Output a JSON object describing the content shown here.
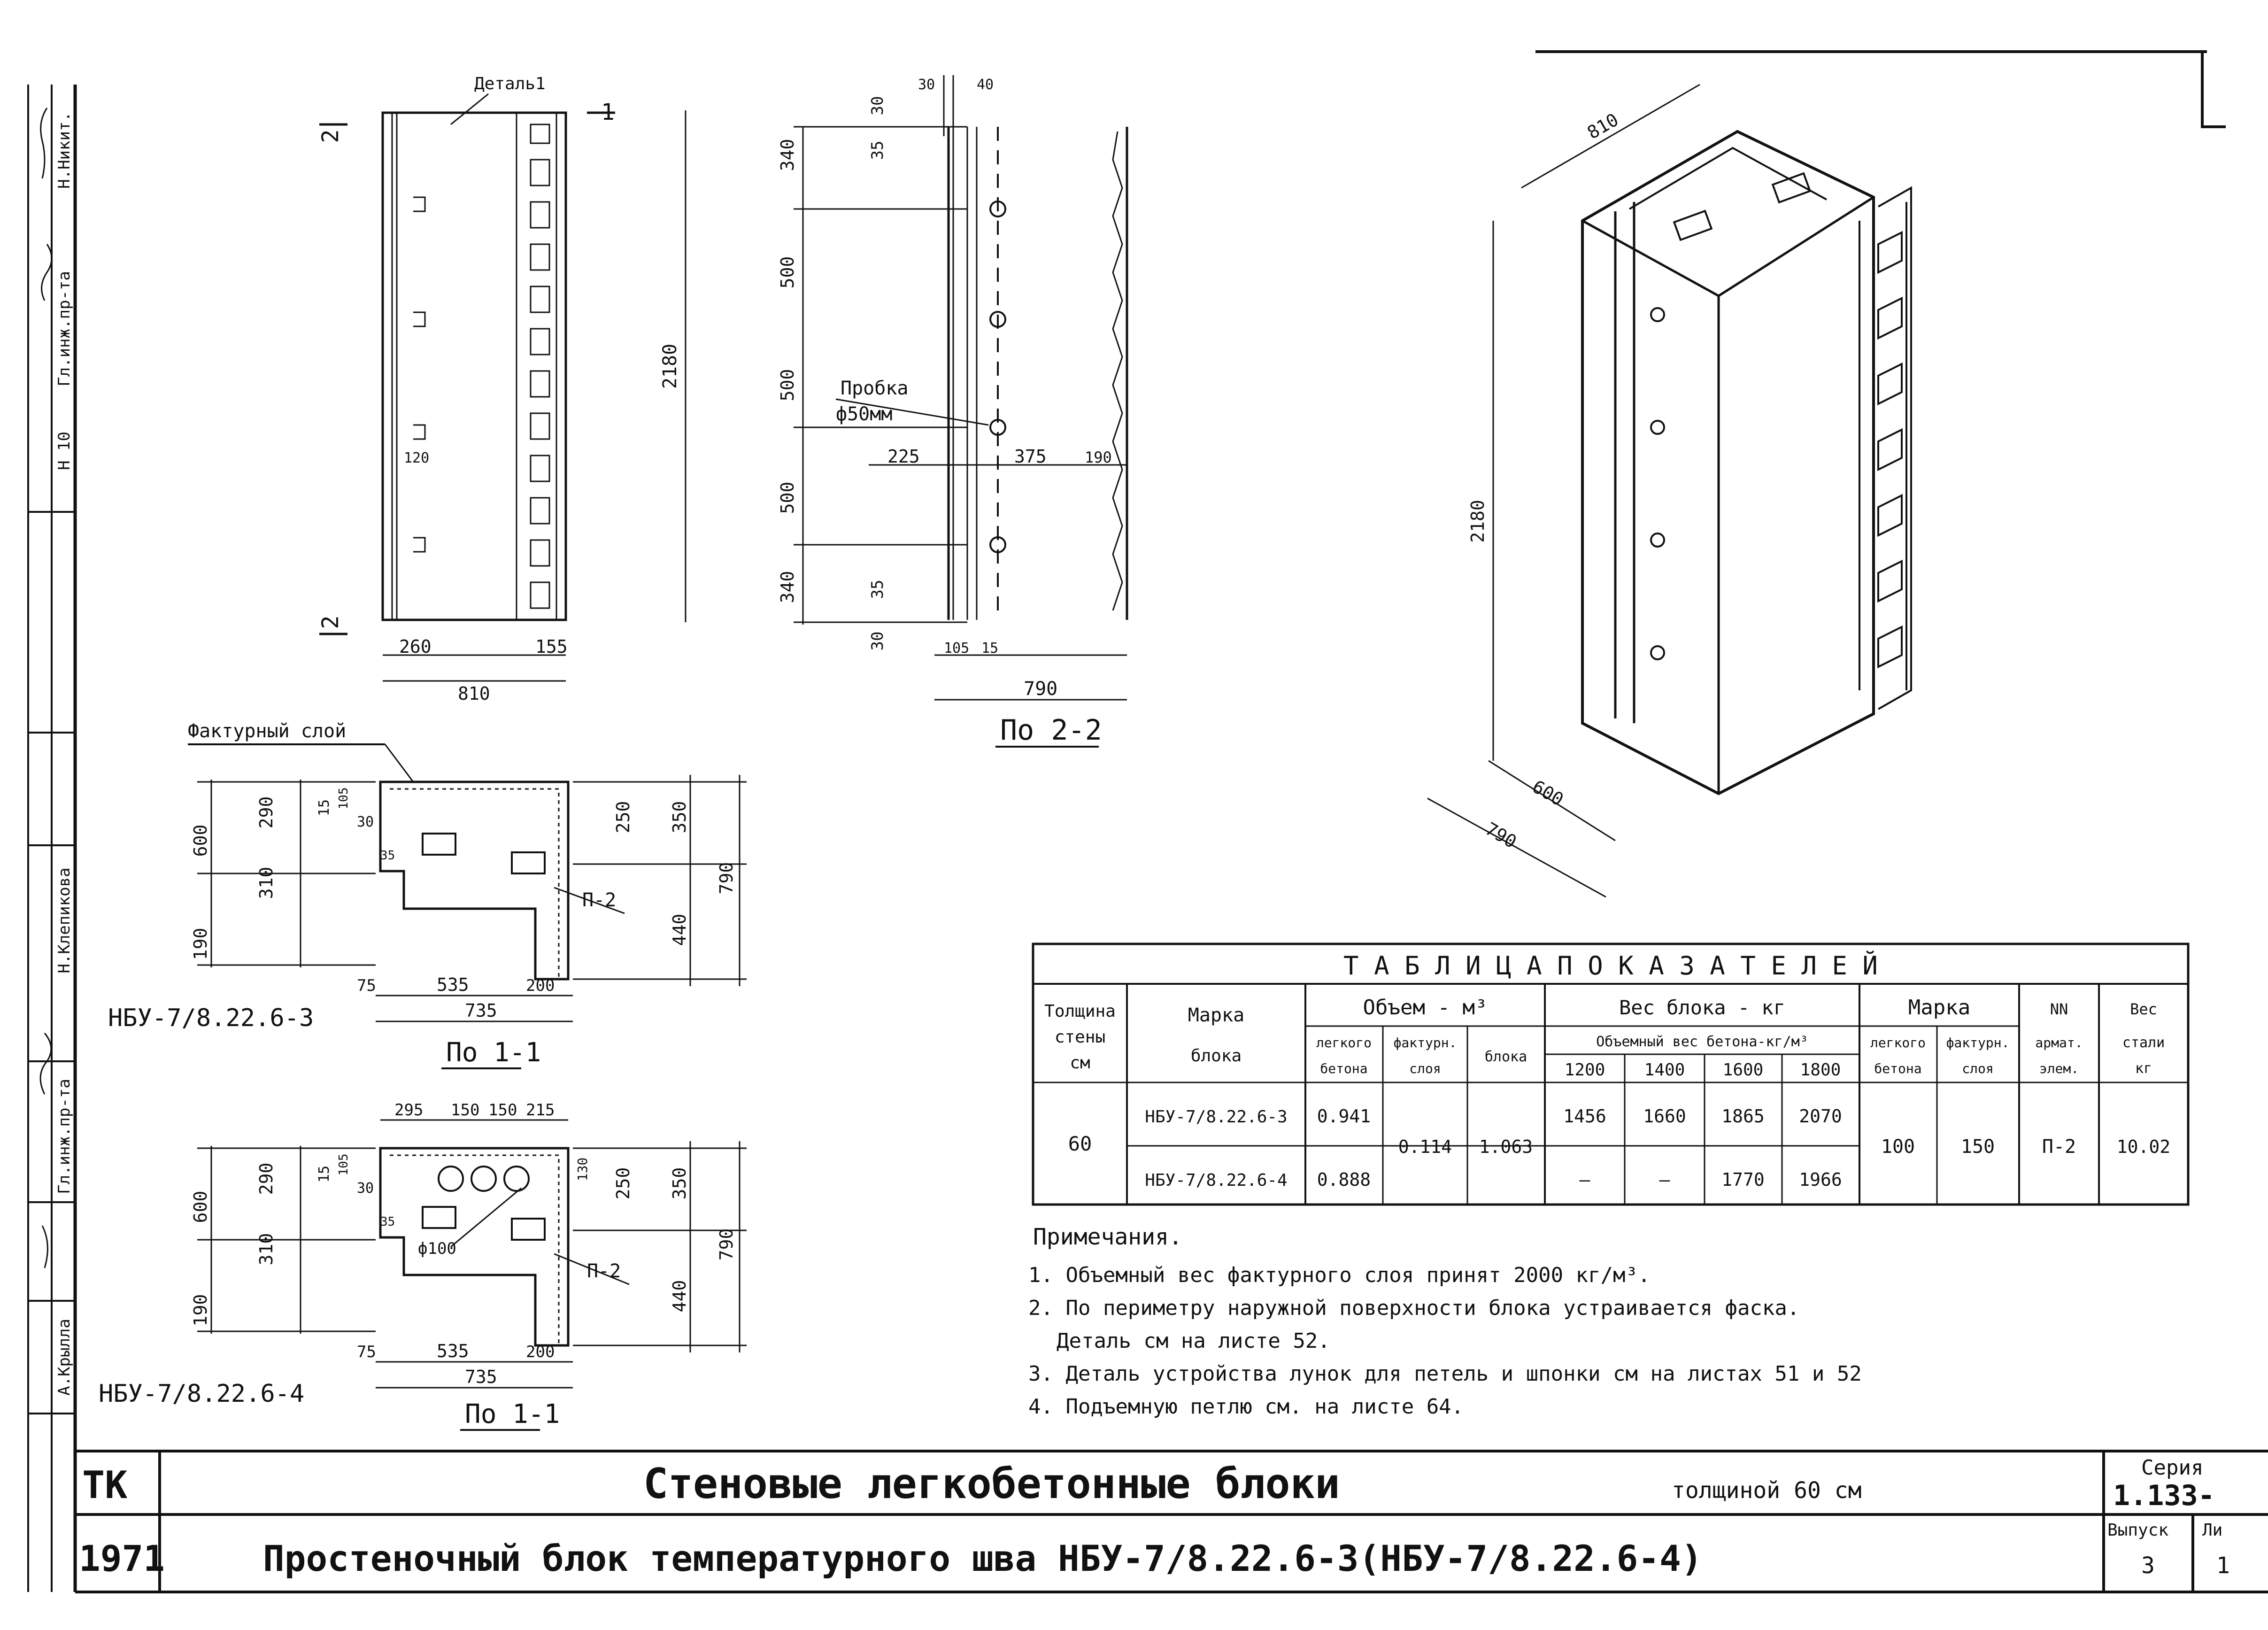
{
  "colors": {
    "ink": "#111111",
    "paper": "#ffffff"
  },
  "side_stamp": {
    "col1": [
      "Н.Никит.",
      "Гл.инж.пр-та",
      "Н 10",
      "Н.Клепикова",
      "Гл.инж.пр-та",
      "А.Крылла"
    ]
  },
  "elevation": {
    "detail_label": "Деталь1",
    "cut_left": "2",
    "cut_right": "1",
    "cut_bottom": "2",
    "dims": {
      "height": "2180",
      "w260": "260",
      "w155": "155",
      "w810": "810",
      "w120": "120"
    }
  },
  "section22": {
    "top_dims": {
      "d30": "30",
      "d40": "40",
      "v30": "30",
      "v35": "35"
    },
    "vertical_dims": [
      "340",
      "500",
      "500",
      "500",
      "340"
    ],
    "bottom_small": {
      "v35": "35",
      "v30": "30",
      "d105": "105",
      "d15": "15"
    },
    "plug_label": "Пробка",
    "plug_dia": "ф50мм",
    "h_dims": {
      "d225": "225",
      "d375": "375",
      "d190": "190"
    },
    "width": "790",
    "caption": "По 2-2"
  },
  "iso": {
    "d810": "810",
    "d2180": "2180",
    "d600": "600",
    "d790": "790"
  },
  "plan1": {
    "label_texture": "Фактурный слой",
    "left_dims": [
      "600",
      "290",
      "310",
      "190",
      "15",
      "105"
    ],
    "inner": {
      "d30": "30",
      "d35": "35"
    },
    "right_dims": [
      "250",
      "350",
      "440",
      "790"
    ],
    "tag": "П-2",
    "bottom_dims": {
      "d75": "75",
      "d535": "535",
      "d200": "200",
      "d735": "735"
    },
    "mark": "НБУ-7/8.22.6-3",
    "caption": "По 1-1"
  },
  "plan2": {
    "top_dims": [
      "295",
      "150",
      "150",
      "215"
    ],
    "left_dims": [
      "600",
      "290",
      "310",
      "190",
      "15",
      "105"
    ],
    "inner": {
      "d30": "30",
      "d35": "35",
      "hole": "ф100",
      "d130": "130"
    },
    "right_dims": [
      "250",
      "350",
      "440",
      "790"
    ],
    "tag": "П-2",
    "bottom_dims": {
      "d75": "75",
      "d535": "535",
      "d200": "200",
      "d735": "735"
    },
    "mark": "НБУ-7/8.22.6-4",
    "caption": "По 1-1"
  },
  "indicators": {
    "title": "Т А Б Л И Ц А    П О К А З А Т Е Л Е Й",
    "headers": {
      "thickness": [
        "Толщина",
        "стены",
        "см"
      ],
      "mark": [
        "Марка",
        "блока"
      ],
      "volume": "Объем - м³",
      "vol_light": [
        "легкого",
        "бетона"
      ],
      "vol_texture": [
        "фактурн.",
        "слоя"
      ],
      "vol_block": "блока",
      "weight": "Вес блока - кг",
      "density": "Объемный вес бетона-кг/м³",
      "densities": [
        "1200",
        "1400",
        "1600",
        "1800"
      ],
      "grade": "Марка",
      "grade_light": [
        "легкого",
        "бетона"
      ],
      "grade_texture": [
        "фактурн.",
        "слоя"
      ],
      "arm": [
        "NN",
        "армат.",
        "элем."
      ],
      "steel": [
        "Вес",
        "стали",
        "кг"
      ]
    },
    "thickness_value": "60",
    "texture_volume": "0.114",
    "block_volume": "1.063",
    "concrete_grade": "100",
    "texture_grade": "150",
    "arm_element": "П-2",
    "steel_weight": "10.02",
    "rows": [
      {
        "mark": "НБУ-7/8.22.6-3",
        "light_volume": "0.941",
        "weights": [
          "1456",
          "1660",
          "1865",
          "2070"
        ]
      },
      {
        "mark": "НБУ-7/8.22.6-4",
        "light_volume": "0.888",
        "weights": [
          "—",
          "—",
          "1770",
          "1966"
        ]
      }
    ]
  },
  "notes": {
    "heading": "Примечания.",
    "items": [
      "1. Объемный вес фактурного слоя принят 2000 кг/м³.",
      "2. По периметру наружной поверхности блока устраивается фаска.",
      "Деталь см на листе 52.",
      "3. Деталь устройства лунок для петель и шпонки см на листах 51 и 52",
      "4. Подъемную петлю см. на листе 64."
    ]
  },
  "title_block": {
    "org": "ТК",
    "year": "1971",
    "title": "Стеновые легкобетонные блоки",
    "title_small": "толщиной 60 см",
    "subtitle": "Простеночный блок температурного шва НБУ-7/8.22.6-3(НБУ-7/8.22.6-4)",
    "series_label": "Серия",
    "series_value": "1.133-",
    "issue_label": "Выпуск",
    "issue_value": "3",
    "sheet_label": "Ли",
    "sheet_value": "1"
  }
}
